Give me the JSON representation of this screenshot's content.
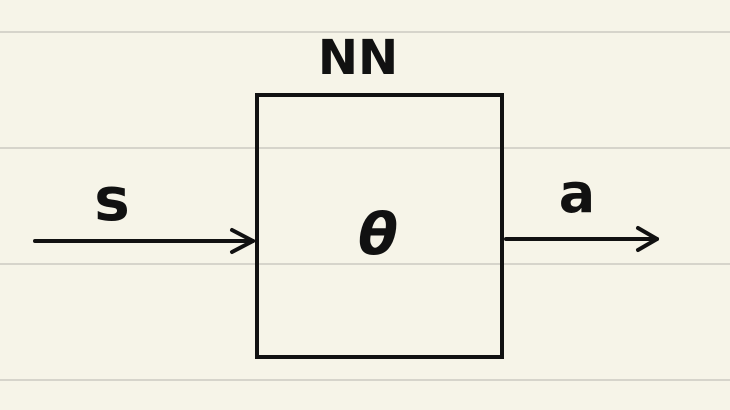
{
  "diagram": {
    "block_title": "NN",
    "block_param": "θ",
    "input_label": "s",
    "output_label": "a"
  },
  "colors": {
    "paper": "#f6f4e8",
    "ruled_line": "#d6d4cb",
    "ink": "#111111"
  }
}
